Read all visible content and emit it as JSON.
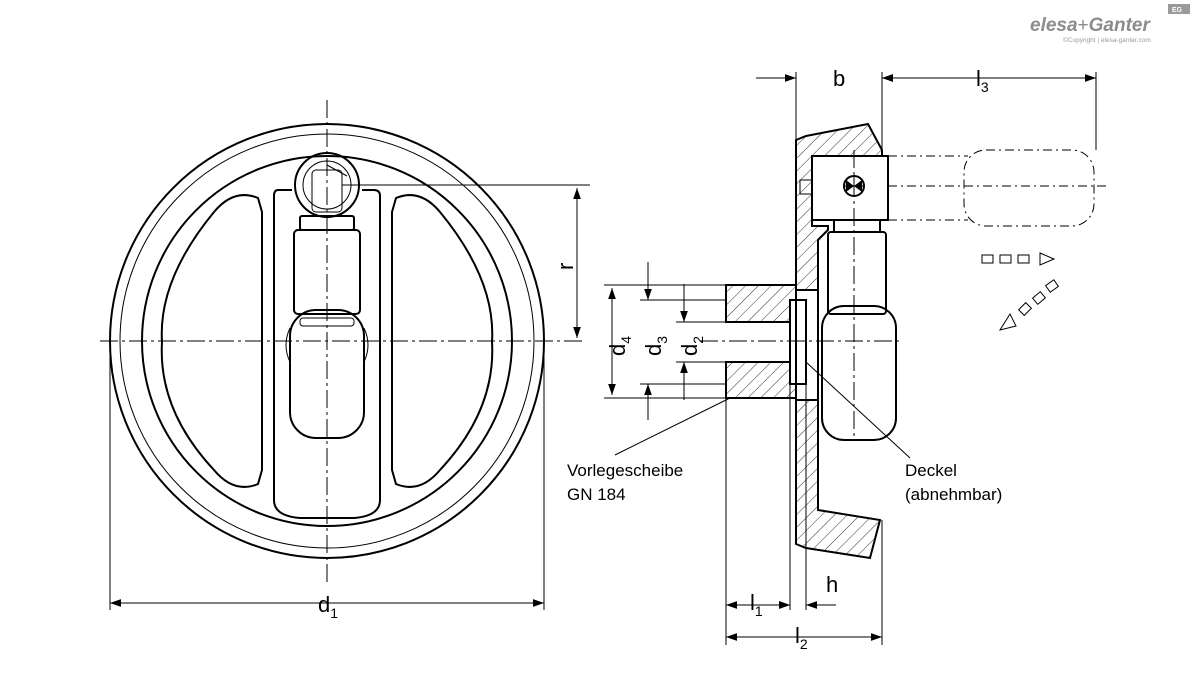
{
  "brand": {
    "name_part1": "elesa",
    "name_plus": "+",
    "name_part2": "Ganter",
    "badge": "EG",
    "copyright": "©Copyright | elesa-ganter.com"
  },
  "dimensions": {
    "d1": {
      "main": "d",
      "sub": "1"
    },
    "d2": {
      "main": "d",
      "sub": "2"
    },
    "d3": {
      "main": "d",
      "sub": "3"
    },
    "d4": {
      "main": "d",
      "sub": "4"
    },
    "r": "r",
    "b": "b",
    "h": "h",
    "l1": {
      "main": "l",
      "sub": "1"
    },
    "l2": {
      "main": "l",
      "sub": "2"
    },
    "l3": {
      "main": "l",
      "sub": "3"
    }
  },
  "labels": {
    "washer_line1": "Vorlegescheibe",
    "washer_line2": "GN 184",
    "cover_line1": "Deckel",
    "cover_line2": "(abnehmbar)"
  },
  "colors": {
    "line": "#000000",
    "brand": "#8c8c8c",
    "background": "#ffffff"
  }
}
